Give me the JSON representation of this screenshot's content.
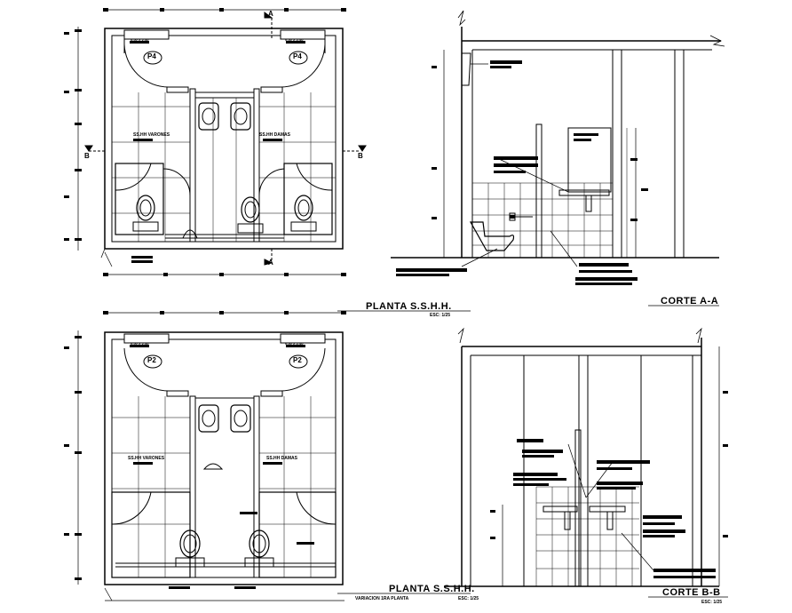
{
  "plan_top": {
    "title": "PLANTA S.S.H.H.",
    "scale": "ESC: 1/25",
    "room_men": "SS.HH VARONES",
    "room_women": "SS.HH DAMAS",
    "window_left": "0.50 X 2.40",
    "window_right": "0.50 X 2.40",
    "door_tag_left": "P4",
    "door_tag_right": "P4",
    "section_tag_top": "A",
    "section_tag_bottom": "A",
    "section_tag_left": "B",
    "section_tag_right": "B"
  },
  "plan_bottom": {
    "title": "PLANTA S.S.H.H.",
    "subtitle": "VARIACION 1RA PLANTA",
    "scale": "ESC: 1/25",
    "room_men": "SS.HH VARONES",
    "room_women": "SS.HH DAMAS",
    "window_left": "0.50 X 2.40",
    "window_right": "0.50 X 2.40",
    "door_tag_left": "P2",
    "door_tag_right": "P2"
  },
  "section_a": {
    "title": "CORTE A-A"
  },
  "section_b": {
    "title": "CORTE B-B",
    "scale": "ESC: 1/25"
  },
  "colors": {
    "line": "#000000",
    "paper": "#ffffff"
  }
}
